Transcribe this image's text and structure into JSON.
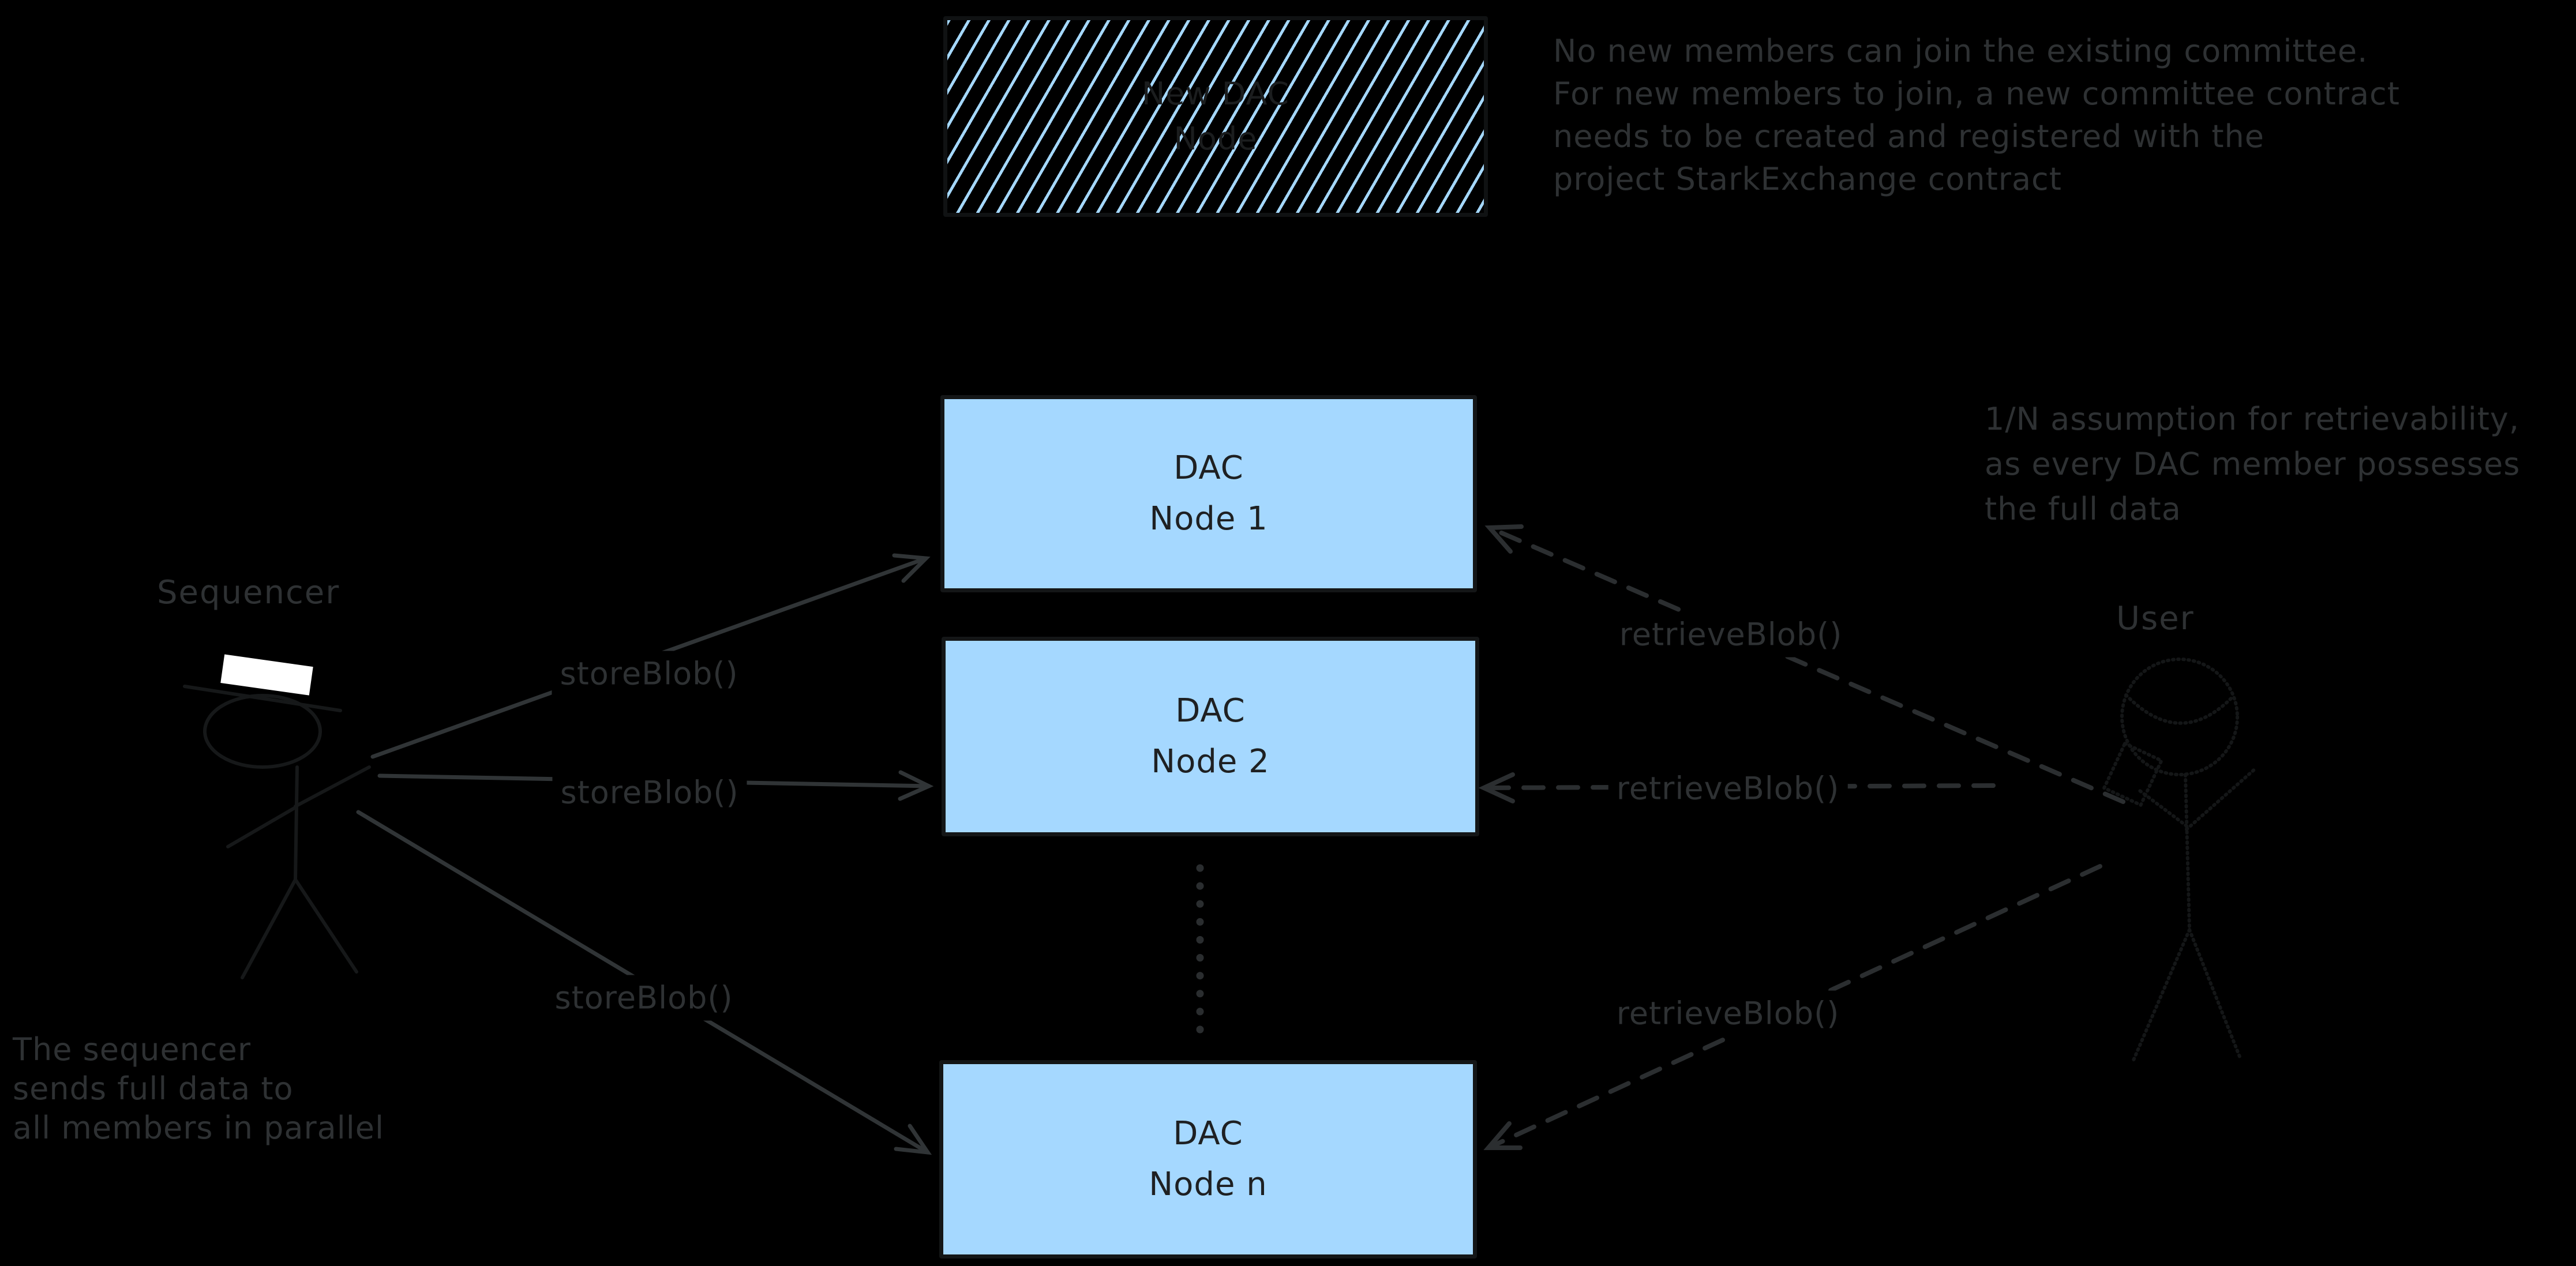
{
  "diagram": {
    "new_dac_node_box": {
      "line1": "New DAC",
      "line2": "Node"
    },
    "nodes": [
      {
        "line1": "DAC",
        "line2": "Node 1"
      },
      {
        "line1": "DAC",
        "line2": "Node 2"
      },
      {
        "line1": "DAC",
        "line2": "Node n"
      }
    ],
    "actors": {
      "sequencer_label": "Sequencer",
      "user_label": "User"
    },
    "arrow_labels": {
      "store": "storeBlob()",
      "retrieve": "retrieveBlob()"
    },
    "annotations": {
      "top_right": [
        "No new members can join the existing committee.",
        "For new members to join, a new committee contract",
        "needs to be created and registered with the",
        "project StarkExchange contract"
      ],
      "right": [
        "1/N assumption for retrievability,",
        "as every DAC member possesses",
        "the full data"
      ],
      "bottom_left": [
        "The sequencer",
        "sends full data to",
        "all members in parallel"
      ]
    },
    "colors": {
      "background": "#000000",
      "node_fill": "#a5d8ff",
      "dark_stroke": "#1e1e1e",
      "annotation_gray": "#2e3133",
      "hat_white": "#ffffff"
    }
  }
}
